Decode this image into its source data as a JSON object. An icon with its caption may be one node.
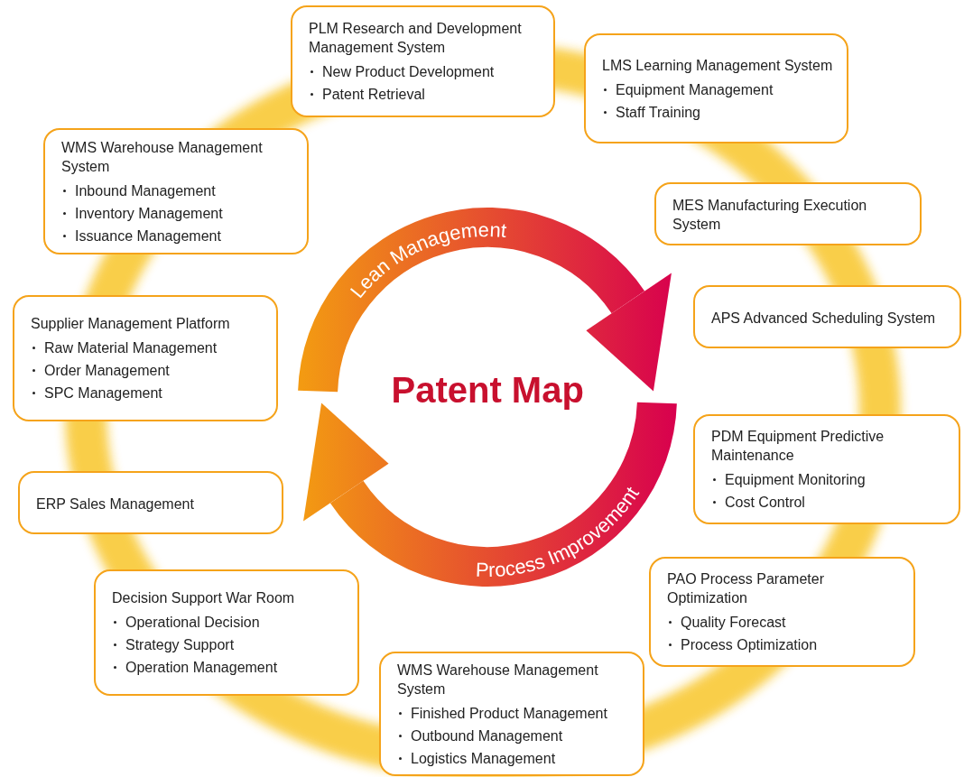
{
  "diagram": {
    "nodes": [
      {
        "text": [
          "PLM Research and Development Management System",
          "New Product Development",
          "Patent Retrieval"
        ]
      },
      {
        "text": [
          "LMS Learning Management System",
          "Equipment Management",
          "Staff Training"
        ]
      },
      {
        "text": [
          "WMS Warehouse Management System",
          "Inbound Management",
          "Inventory Management",
          "Issuance Management"
        ]
      },
      {
        "text": [
          "MES Manufacturing Execution System"
        ]
      },
      {
        "text": [
          "Supplier Management Platform",
          "Raw Material Management",
          "Order Management",
          "SPC Management"
        ]
      },
      {
        "text": [
          "APS Advanced Scheduling System"
        ]
      },
      {
        "text": [
          "PDM Equipment Predictive Maintenance",
          "Equipment Monitoring",
          "Cost Control"
        ]
      },
      {
        "text": [
          "ERP Sales Management"
        ]
      },
      {
        "text": [
          "Decision Support War Room",
          "Operational Decision",
          "Strategy Support",
          "Operation Management"
        ]
      },
      {
        "text": [
          "PAO Process Parameter Optimization",
          "Quality Forecast",
          "Process Optimization"
        ]
      },
      {
        "text": [
          "WMS Warehouse Management System",
          "Finished Product Management",
          "Outbound Management",
          "Logistics Management"
        ]
      }
    ],
    "edges": [],
    "labels": [
      "Lean Management",
      "Patent Map",
      "Process Improvement"
    ]
  }
}
